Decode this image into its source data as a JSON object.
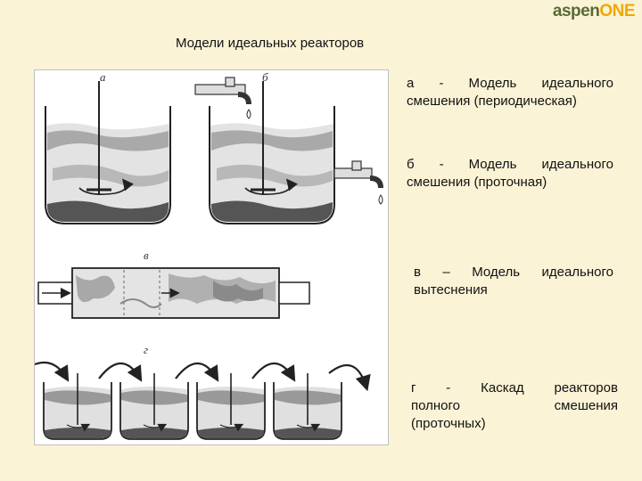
{
  "logo": {
    "part1": "aspen",
    "part2": "ONE"
  },
  "title": "Модели идеальных реакторов",
  "figure": {
    "labels": {
      "a": "а",
      "b": "б",
      "c": "в",
      "d": "г"
    }
  },
  "descriptions": {
    "a": {
      "letter": "а",
      "dash": "-",
      "w1": "Модель",
      "w2": "идеального",
      "line2": "смешения (периодическая)"
    },
    "b": {
      "letter": "б",
      "dash": "-",
      "w1": "Модель",
      "w2": "идеального",
      "line2": "смешения (проточная)"
    },
    "c": {
      "letter": "в",
      "dash": "–",
      "w1": "Модель",
      "w2": "идеального",
      "line2": "вытеснения"
    },
    "d": {
      "letter": "г",
      "dash": "-",
      "w1": "Каскад",
      "w2": "реакторов",
      "l2a": "полного",
      "l2b": "смешения",
      "line3": "(проточных)"
    }
  }
}
